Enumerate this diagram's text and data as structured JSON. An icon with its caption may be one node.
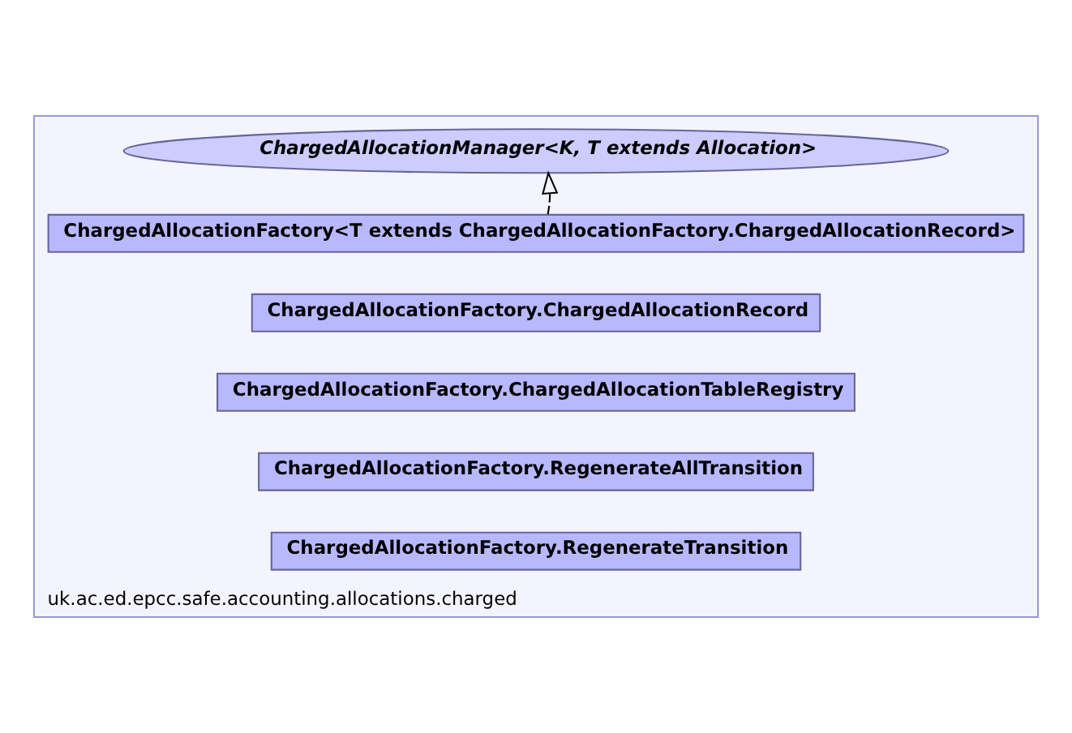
{
  "diagram": {
    "nodes": [
      {
        "text": [
          "uk.ac.ed.epcc.safe.accounting.allocations.charged"
        ]
      },
      {
        "text": [
          "ChargedAllocationManager<K, T extends Allocation>"
        ],
        "in": 0
      },
      {
        "text": [
          "ChargedAllocationFactory<T extends ChargedAllocationFactory.ChargedAllocationRecord>"
        ],
        "in": 0
      },
      {
        "text": [
          "ChargedAllocationFactory.ChargedAllocationRecord"
        ],
        "in": 0
      },
      {
        "text": [
          "ChargedAllocationFactory.ChargedAllocationTableRegistry"
        ],
        "in": 0
      },
      {
        "text": [
          "ChargedAllocationFactory.RegenerateAllTransition"
        ],
        "in": 0
      },
      {
        "text": [
          "ChargedAllocationFactory.RegenerateTransition"
        ],
        "in": 0
      }
    ],
    "edges": [
      {
        "from": 2,
        "to": 1,
        "arrow": "to",
        "style": "dashed"
      }
    ]
  }
}
